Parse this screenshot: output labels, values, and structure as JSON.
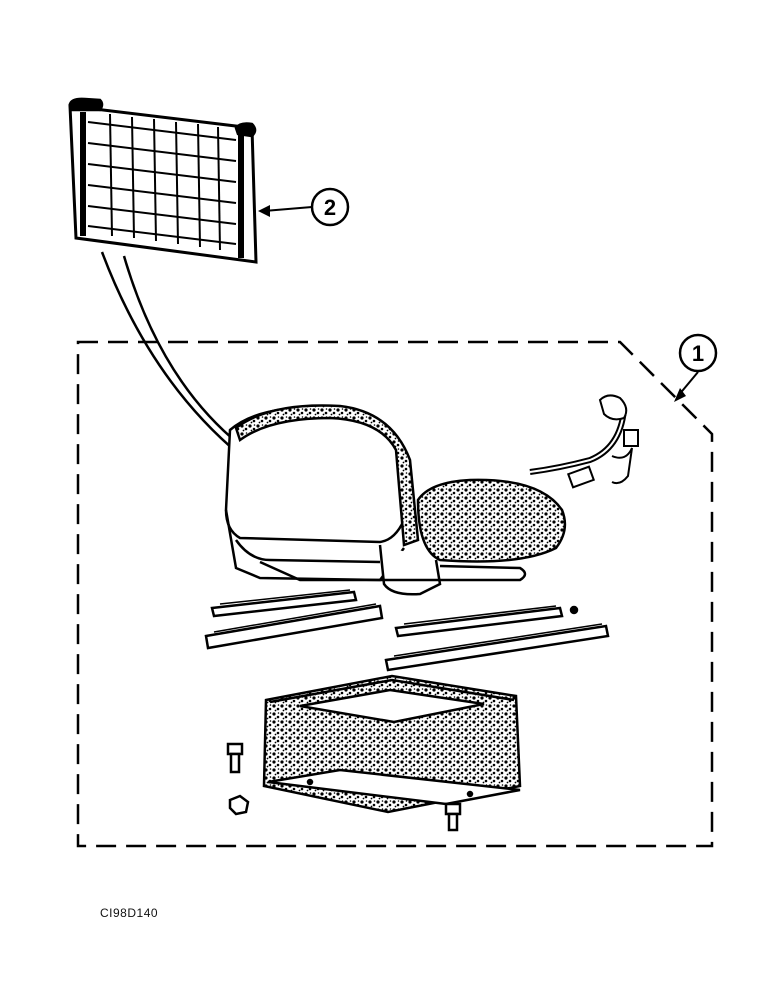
{
  "callouts": {
    "kit": "1",
    "backrest_pad": "2"
  },
  "figure_code": "CI98D140"
}
